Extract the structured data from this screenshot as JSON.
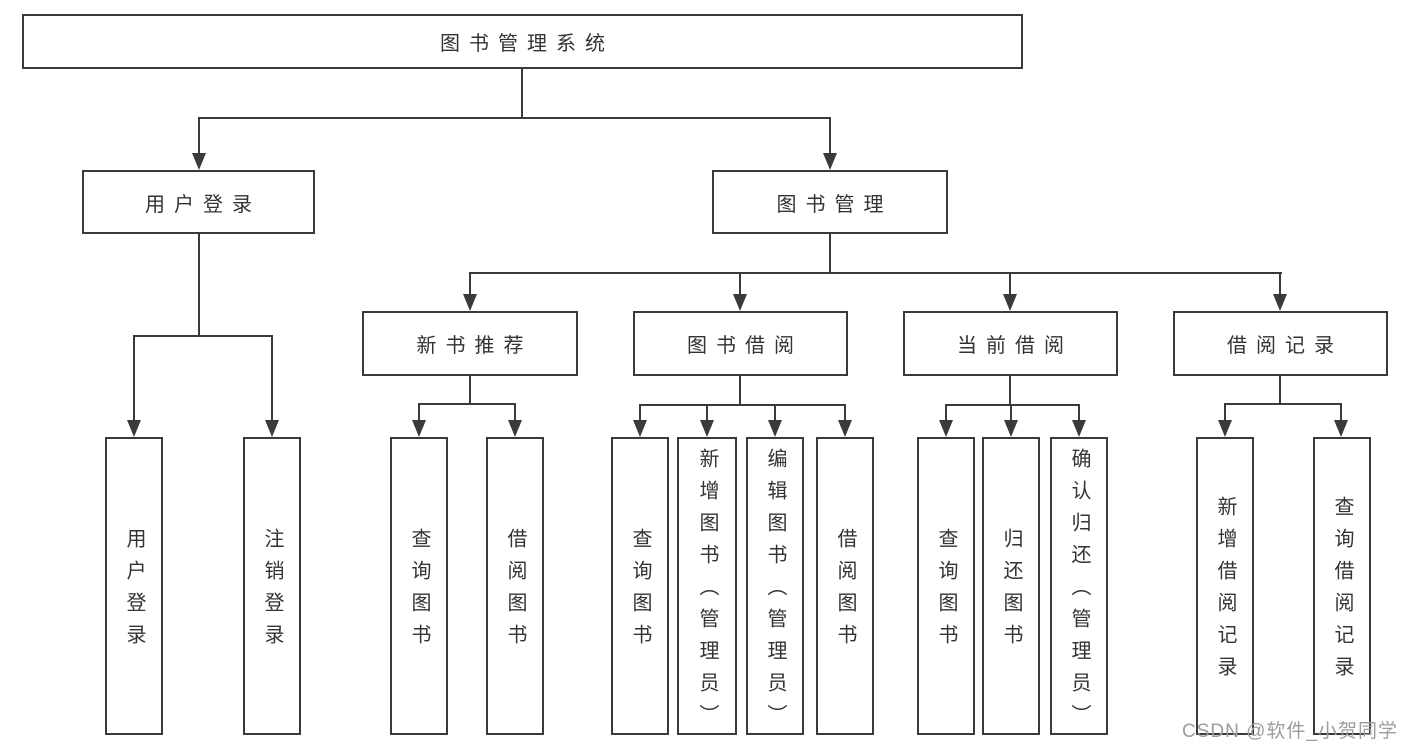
{
  "diagram": {
    "title": "图书管理系统",
    "root": "图书管理系统",
    "level2": {
      "user_login": "用户登录",
      "book_mgmt": "图书管理"
    },
    "level3": {
      "new_book_rec": "新书推荐",
      "book_borrow": "图书借阅",
      "current_borrow": "当前借阅",
      "borrow_records": "借阅记录"
    },
    "leaves": {
      "user_login_1": "用户登录",
      "user_login_2": "注销登录",
      "rec_1": "查询图书",
      "rec_2": "借阅图书",
      "borrow_1": "查询图书",
      "borrow_2": "新增图书（管理员）",
      "borrow_3": "编辑图书（管理员）",
      "borrow_4": "借阅图书",
      "current_1": "查询图书",
      "current_2": "归还图书",
      "current_3": "确认归还（管理员）",
      "records_1": "新增借阅记录",
      "records_2": "查询借阅记录"
    }
  },
  "watermark": "CSDN @软件_小贺同学",
  "colors": {
    "line": "#3a3a3a",
    "text": "#333333",
    "watermark": "#9c9c9c",
    "background": "#ffffff"
  }
}
